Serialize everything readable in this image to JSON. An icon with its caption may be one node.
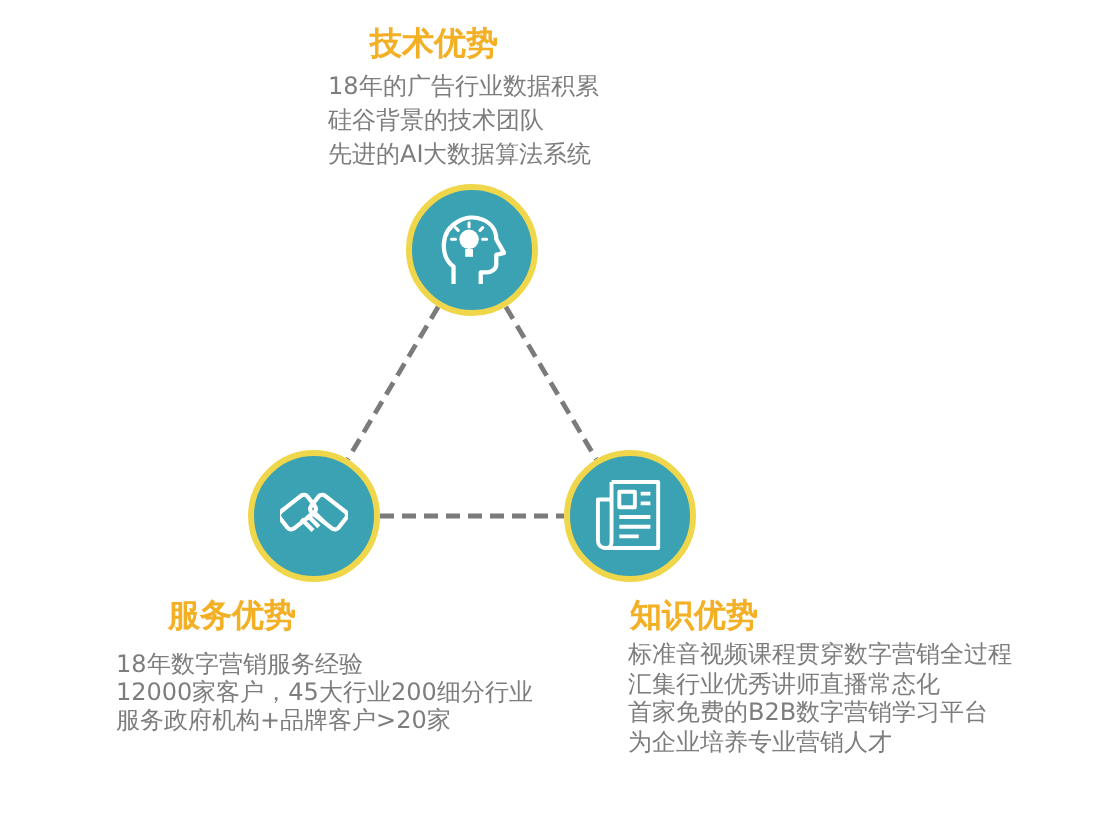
{
  "diagram": {
    "nodes": [
      {
        "text": [],
        "shape": "circle",
        "beside": [
          "技术优势",
          "18年的广告行业数据积累",
          "硅谷背景的技术团队",
          "先进的AI大数据算法系统"
        ]
      },
      {
        "text": [],
        "shape": "circle",
        "beside": [
          "服务优势",
          "18年数字营销服务经验",
          "12000家客户，45大行业200细分行业",
          "服务政府机构+品牌客户>20家"
        ]
      },
      {
        "text": [],
        "shape": "circle",
        "beside": [
          "知识优势",
          "标准音视频课程贯穿数字营销全过程",
          "汇集行业优秀讲师直播常态化",
          "首家免费的B2B数字营销学习平台",
          "为企业培养专业营销人才"
        ]
      }
    ],
    "edges": [
      {
        "from": 0,
        "to": 1,
        "arrow": "none",
        "style": "dashed"
      },
      {
        "from": 0,
        "to": 2,
        "arrow": "none",
        "style": "dashed"
      },
      {
        "from": 1,
        "to": 2,
        "arrow": "none",
        "style": "dashed"
      }
    ]
  }
}
